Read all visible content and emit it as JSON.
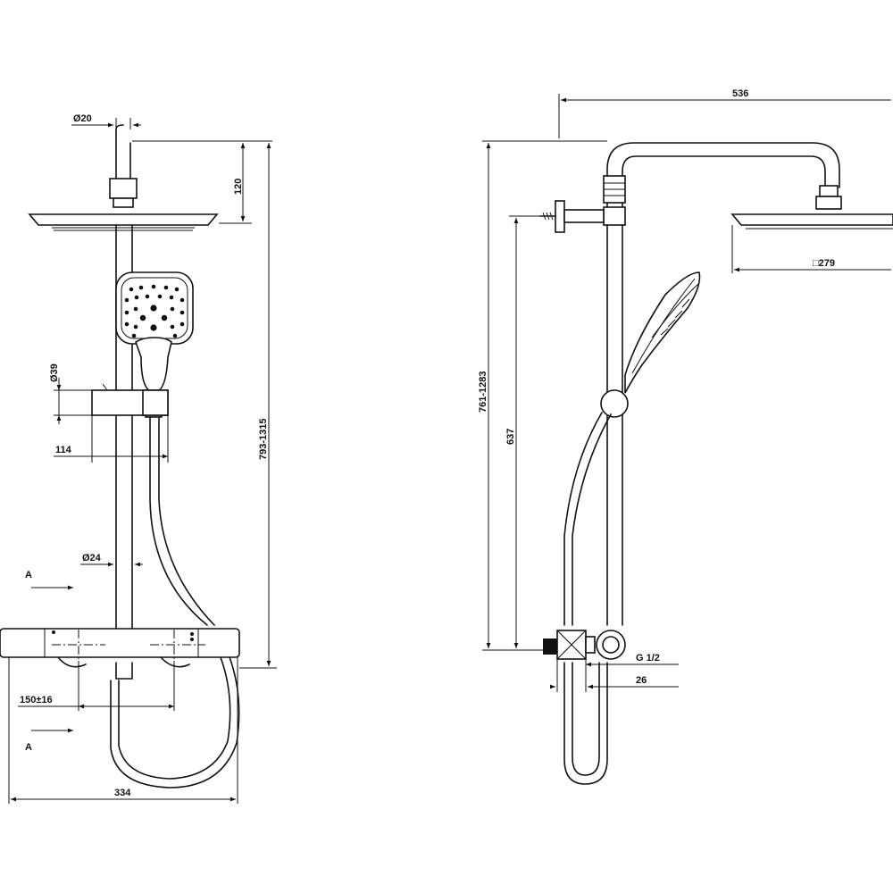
{
  "front_view": {
    "dims": {
      "pipe_diameter_top": "Ø20",
      "arm_height": "120",
      "total_height": "793-1315",
      "holder_diameter": "Ø39",
      "holder_offset": "114",
      "rail_diameter": "Ø24",
      "inlet_spacing": "150±16",
      "overall_width": "334"
    },
    "section_marks": [
      "A",
      "A"
    ]
  },
  "side_view": {
    "dims": {
      "arm_reach": "536",
      "adjust_range": "761-1283",
      "bracket_height": "637",
      "head_size": "□279",
      "thread": "G 1/2",
      "depth": "26"
    }
  }
}
